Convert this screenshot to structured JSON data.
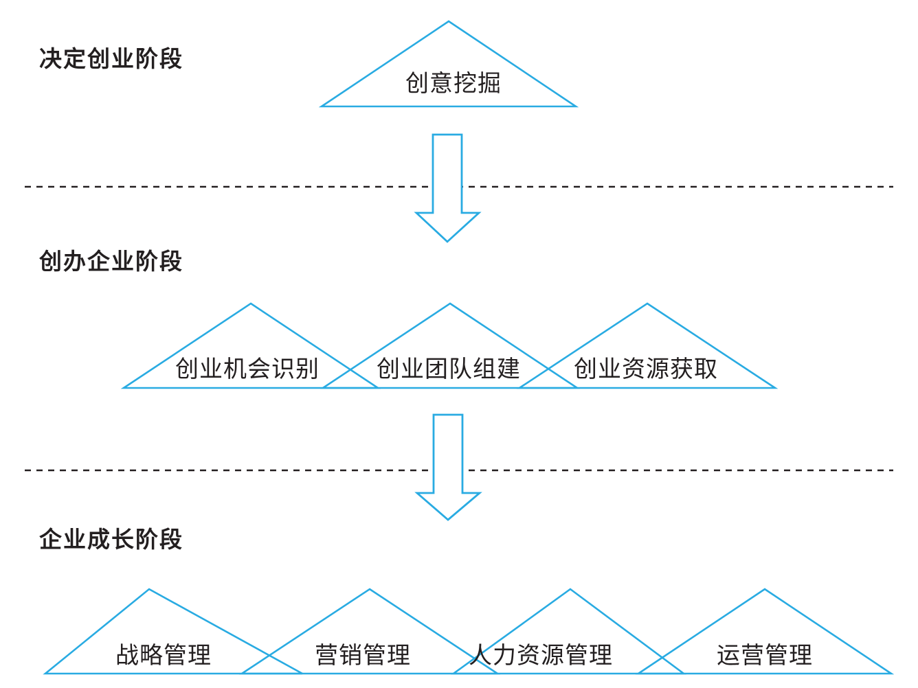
{
  "diagram": {
    "type": "staged-pyramid-flow",
    "colors": {
      "shape_stroke": "#29abe2",
      "text": "#231f20",
      "divider": "#231f20",
      "background": "#ffffff"
    },
    "stages": [
      {
        "label": "决定创业阶段",
        "items": [
          "创意挖掘"
        ]
      },
      {
        "label": "创办企业阶段",
        "items": [
          "创业机会识别",
          "创业团队组建",
          "创业资源获取"
        ]
      },
      {
        "label": "企业成长阶段",
        "items": [
          "战略管理",
          "营销管理",
          "人力资源管理",
          "运营管理"
        ]
      }
    ],
    "connectors": [
      "down-arrow",
      "down-arrow"
    ],
    "dividers": [
      "dashed",
      "dashed"
    ]
  }
}
